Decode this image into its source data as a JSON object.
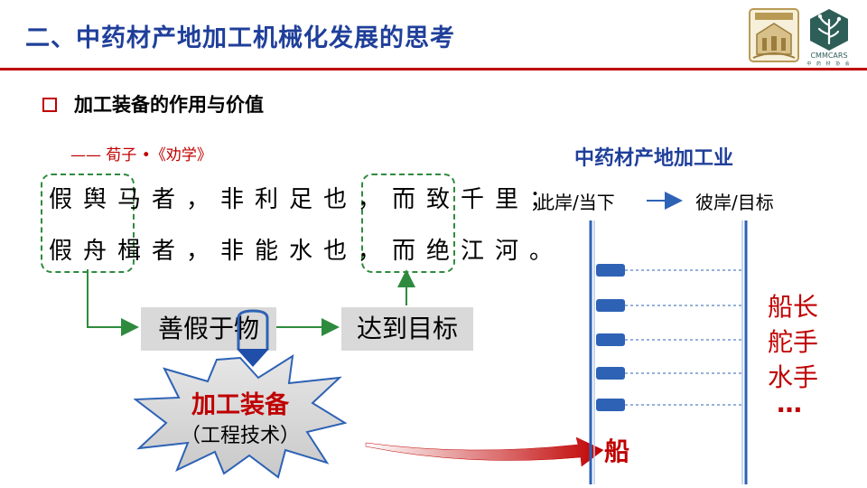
{
  "header": {
    "title": "二、中药材产地加工机械化发展的思考"
  },
  "logos": {
    "right_logo_text": "CMMCARS",
    "right_logo_sub": "中 药 材 协 会"
  },
  "section": {
    "heading": "加工装备的作用与价值"
  },
  "quote": {
    "source": "—— 荀子 •《劝学》",
    "line1_a": "假舆马",
    "line1_b": "者，非利足也，而",
    "line1_c": "致千里",
    "line2_a": "假舟楫",
    "line2_b": "者，非能水也，而",
    "line2_c": "绝江河",
    "line1_end": "；",
    "line2_end": "。"
  },
  "flow": {
    "box1": "善假于物",
    "box2": "达到目标",
    "burst_main": "加工装备",
    "burst_sub": "（工程技术）"
  },
  "industry": {
    "title": "中药材产地加工业",
    "this_shore": "此岸/当下",
    "other_shore": "彼岸/目标",
    "boat": "船",
    "crew": [
      "船长",
      "舵手",
      "水手",
      "…"
    ]
  },
  "colors": {
    "title_blue": "#1f3f9a",
    "accent_red": "#c00000",
    "green": "#2e8b3e",
    "ship_blue": "#2e62b5"
  }
}
